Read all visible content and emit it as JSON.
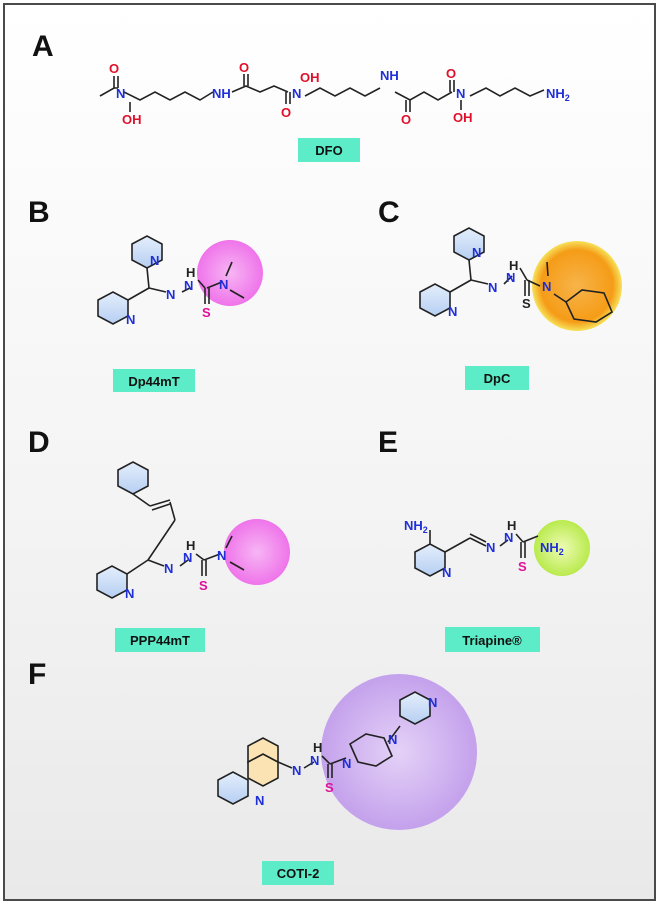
{
  "colors": {
    "tag_fill": "#5cecc8",
    "oxygen": "#e0102a",
    "nitrogen": "#1f2fd6",
    "sulfur": "#e0109a",
    "bond": "#222222",
    "ring_fill": "#c6daf7",
    "pink_highlight": "#f48ff0",
    "orange_highlight": "#f6a51f",
    "green_highlight": "#c9f26f",
    "purple_highlight": "#cfb0ef",
    "yellow_ring": "#fbe3b3"
  },
  "panels": {
    "A": {
      "label": "A",
      "compound": "DFO"
    },
    "B": {
      "label": "B",
      "compound": "Dp44mT"
    },
    "C": {
      "label": "C",
      "compound": "DpC"
    },
    "D": {
      "label": "D",
      "compound": "PPP44mT"
    },
    "E": {
      "label": "E",
      "compound": "Triapine®"
    },
    "F": {
      "label": "F",
      "compound": "COTI-2"
    }
  },
  "atoms": {
    "O": "O",
    "OH": "OH",
    "N": "N",
    "H": "H",
    "NH": "NH",
    "NH2": "NH",
    "sub2": "2",
    "S": "S"
  }
}
